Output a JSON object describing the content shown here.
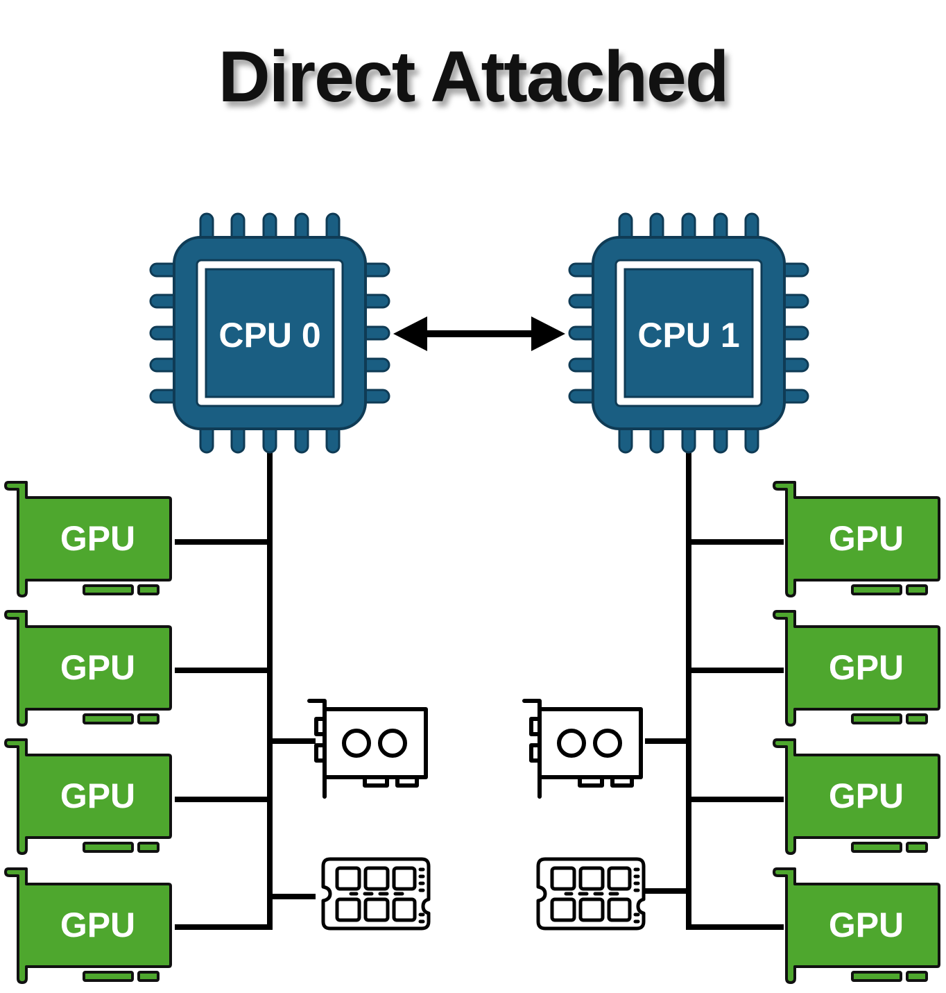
{
  "title": "Direct Attached",
  "colors": {
    "cpu_fill": "#1a5e82",
    "cpu_outline": "#0f3b55",
    "gpu_fill": "#4ea72e",
    "line": "#000000"
  },
  "cpus": [
    {
      "label": "CPU 0"
    },
    {
      "label": "CPU 1"
    }
  ],
  "interconnect": {
    "type": "bidirectional-arrow"
  },
  "left_group": {
    "gpus": [
      {
        "label": "GPU"
      },
      {
        "label": "GPU"
      },
      {
        "label": "GPU"
      },
      {
        "label": "GPU"
      }
    ],
    "nic": {
      "icon": "network-card-icon"
    },
    "memory": {
      "icon": "memory-module-icon"
    }
  },
  "right_group": {
    "gpus": [
      {
        "label": "GPU"
      },
      {
        "label": "GPU"
      },
      {
        "label": "GPU"
      },
      {
        "label": "GPU"
      }
    ],
    "nic": {
      "icon": "network-card-icon"
    },
    "memory": {
      "icon": "memory-module-icon"
    }
  }
}
